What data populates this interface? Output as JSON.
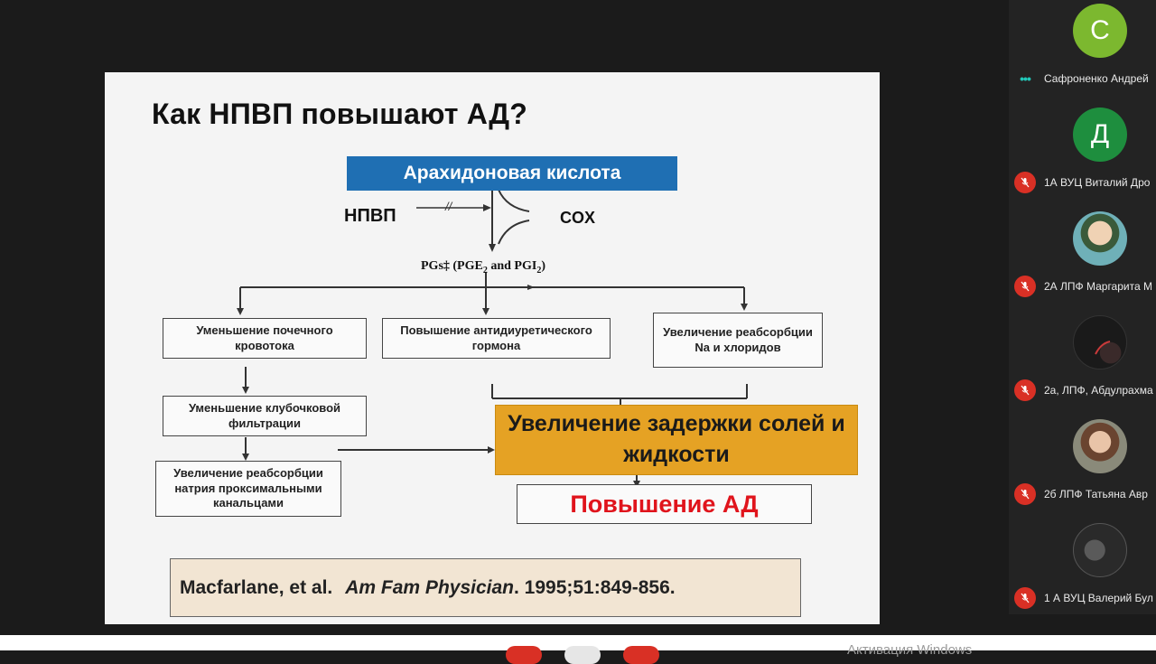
{
  "slide": {
    "title": "Как НПВП повышают АД?",
    "arachidonic": "Арахидоновая кислота",
    "nsaid": "НПВП",
    "block_mark": "//",
    "cox": "COX",
    "pgs_prefix": "PGs‡ (PGE",
    "pgs_sub1": "2",
    "pgs_mid": " and PGI",
    "pgs_sub2": "2",
    "pgs_suffix": ")",
    "box_renal_flow": "Уменьшение почечного кровотока",
    "box_adh": "Повышение антидиуретического гормона",
    "box_na": "Увеличение реабсорбции Na и хлоридов",
    "box_gfr": "Уменьшение клубочковой фильтрации",
    "box_proximal": "Увеличение реабсорбции натрия проксимальными канальцами",
    "box_retention": "Увеличение задержки солей и жидкости",
    "box_bp": "Повышение АД",
    "citation_authors": "Macfarlane, et al.",
    "citation_journal": "Am Fam Physician",
    "citation_rest": ". 1995;51:849-856."
  },
  "participants": [
    {
      "name": "Сафроненко Андрей",
      "initial": "С",
      "avatar_color": "#7cb82f",
      "status": "speaking"
    },
    {
      "name": "1А ВУЦ Виталий Дро",
      "initial": "Д",
      "avatar_color": "#1e8e3e",
      "status": "muted"
    },
    {
      "name": "2А ЛПФ Маргарита М",
      "initial": "",
      "avatar_color": "#6fb0b8",
      "status": "muted"
    },
    {
      "name": "2а, ЛПФ, Абдулрахма",
      "initial": "",
      "avatar_color": "#1a1a1a",
      "status": "muted"
    },
    {
      "name": "2б ЛПФ Татьяна Авр",
      "initial": "",
      "avatar_color": "#8a6a5a",
      "status": "muted"
    },
    {
      "name": "1 А ВУЦ Валерий Бул",
      "initial": "",
      "avatar_color": "#3a3a3a",
      "status": "muted"
    }
  ],
  "taskbar": {
    "activation_text": "Активация Windows"
  },
  "colors": {
    "accent_blue": "#1f6fb3",
    "retention_orange": "#e5a224",
    "bp_red": "#e0141c",
    "mic_off_red": "#d93025"
  }
}
